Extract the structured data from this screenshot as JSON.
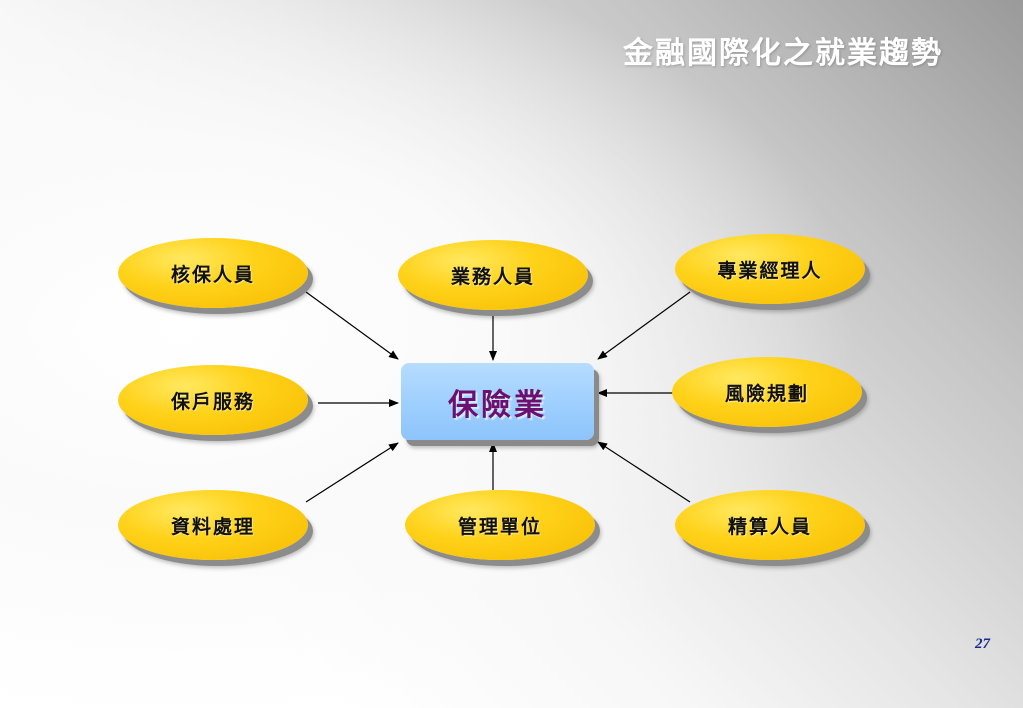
{
  "slide": {
    "title": "金融國際化之就業趨勢",
    "page_number": "27"
  },
  "diagram": {
    "center": {
      "label": "保險業"
    },
    "nodes": [
      {
        "id": "underwriting-staff",
        "label": "核保人員"
      },
      {
        "id": "sales-staff",
        "label": "業務人員"
      },
      {
        "id": "professional-manager",
        "label": "專業經理人"
      },
      {
        "id": "policyholder-service",
        "label": "保戶服務"
      },
      {
        "id": "risk-planning",
        "label": "風險規劃"
      },
      {
        "id": "data-processing",
        "label": "資料處理"
      },
      {
        "id": "management-unit",
        "label": "管理單位"
      },
      {
        "id": "actuary",
        "label": "精算人員"
      }
    ]
  }
}
